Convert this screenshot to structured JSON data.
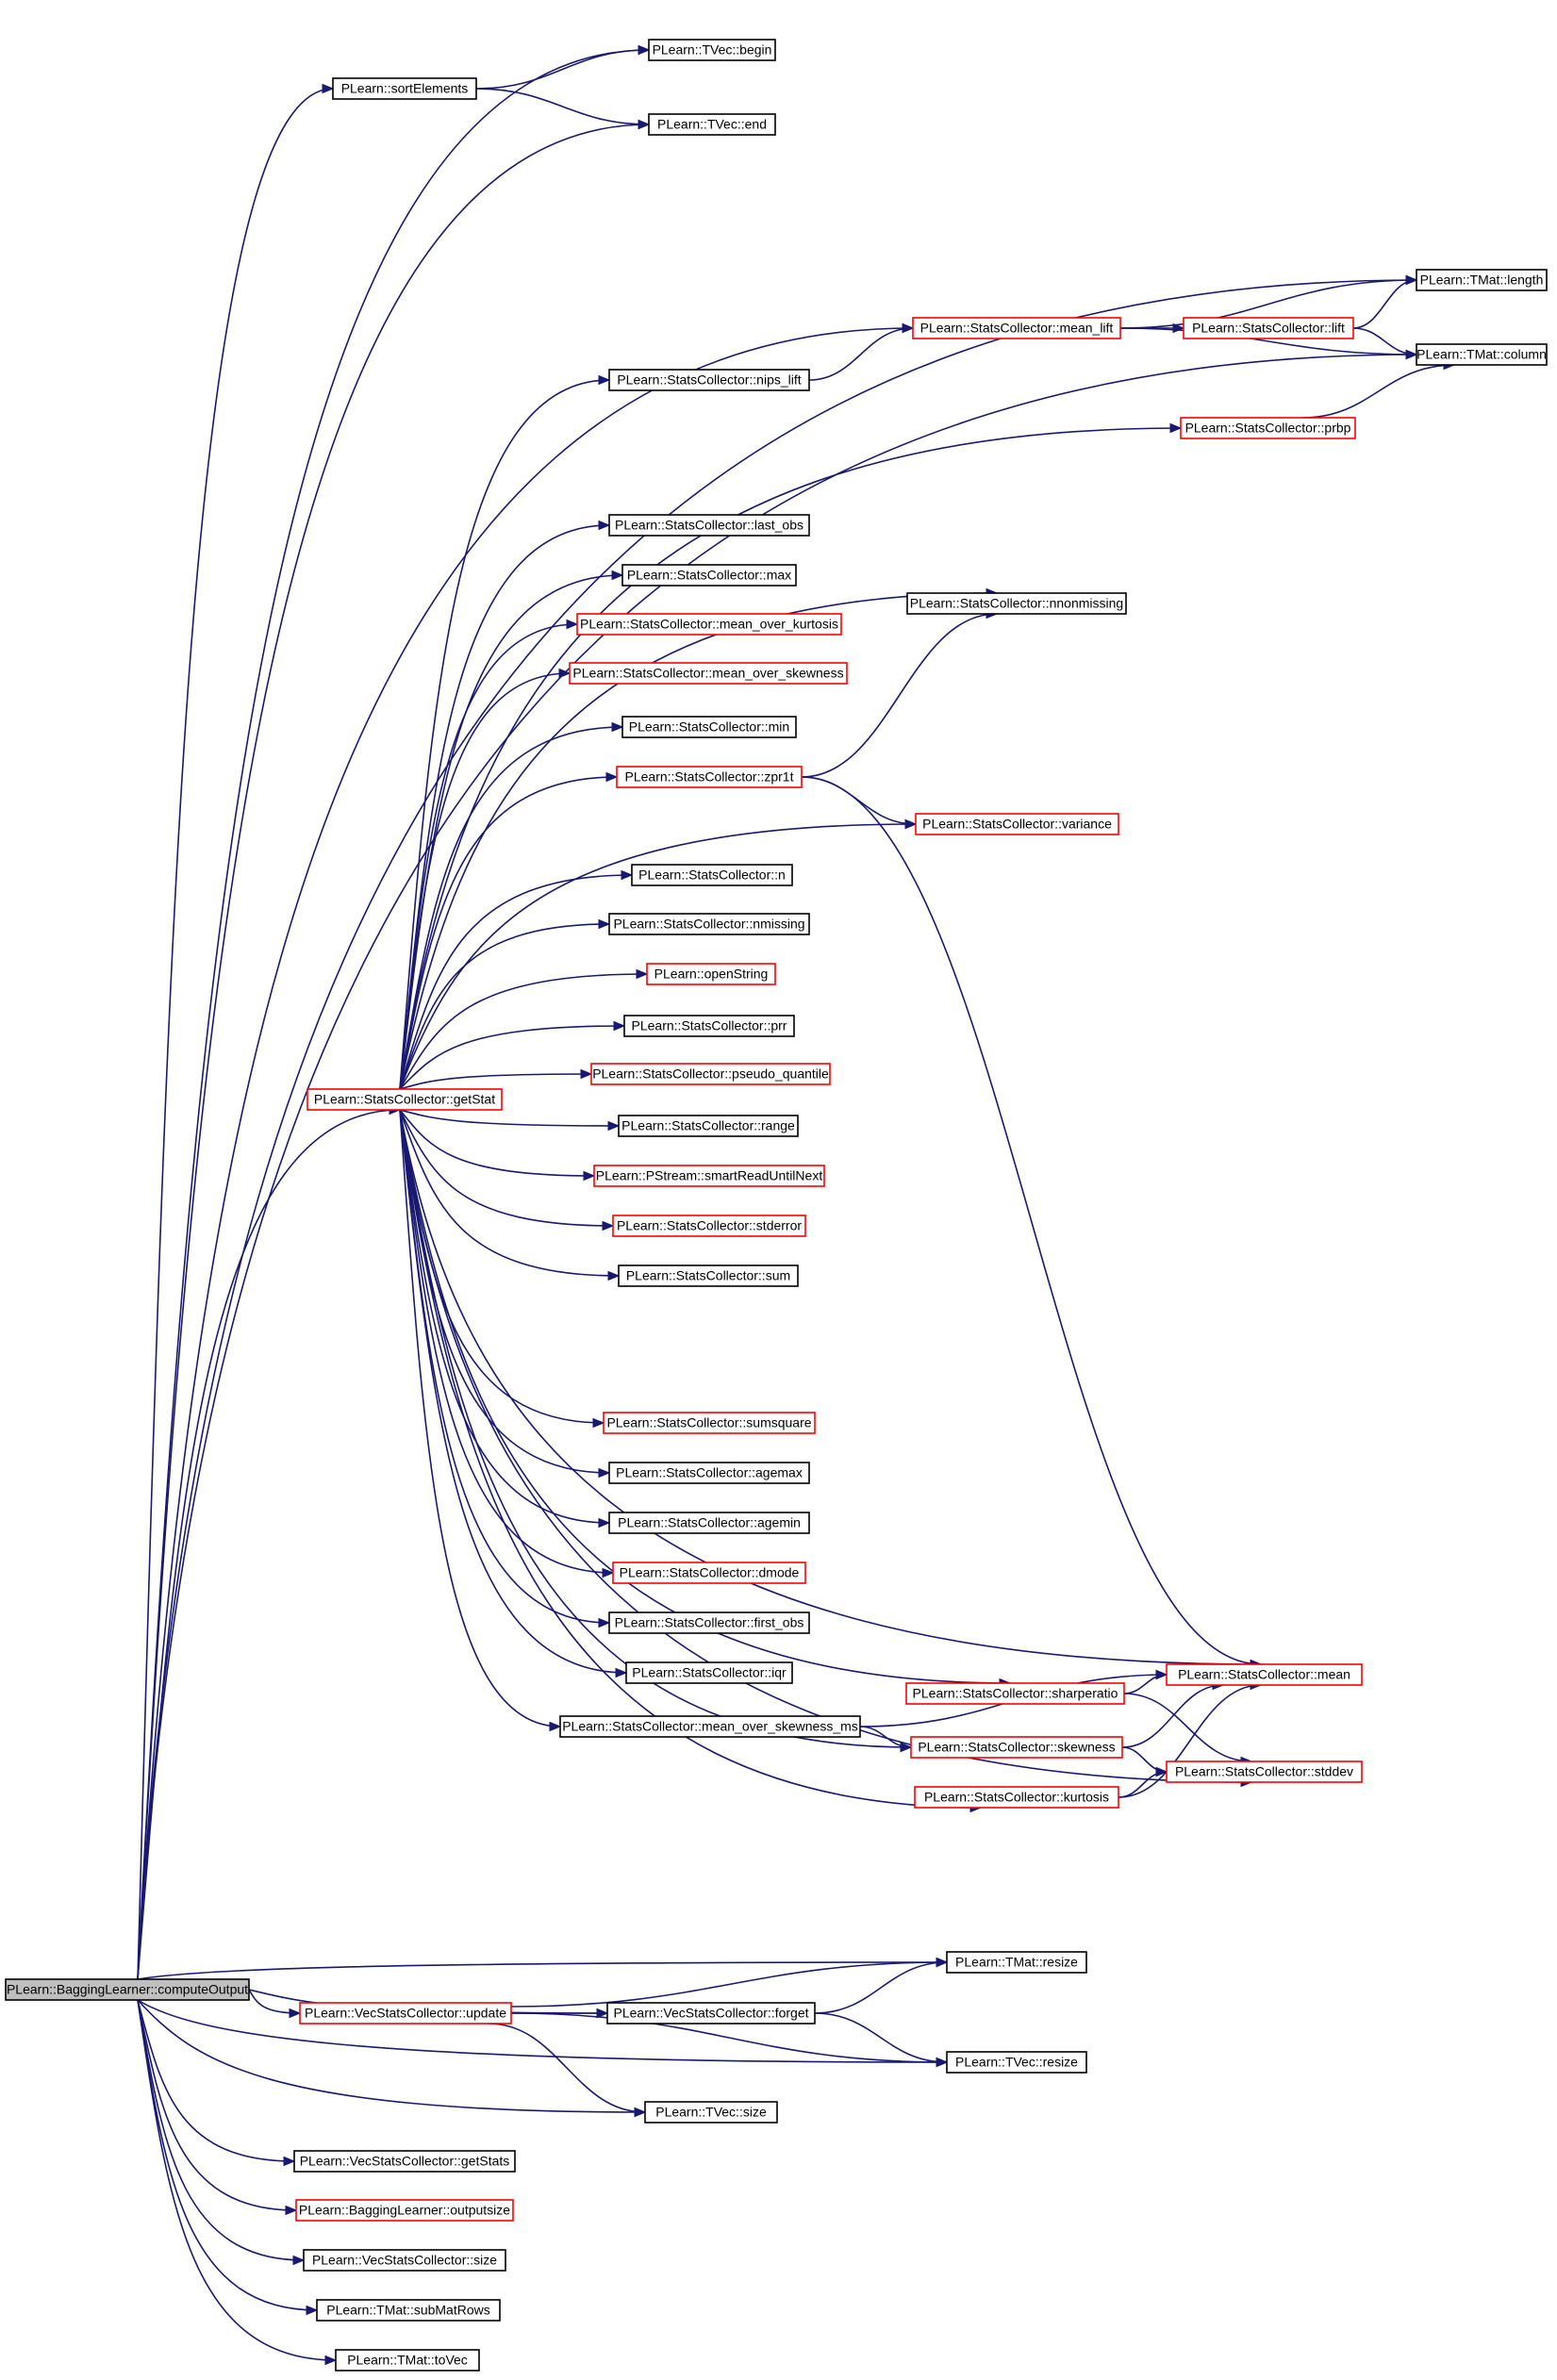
{
  "nodes": [
    {
      "id": "root",
      "label": "PLearn::BaggingLearner::computeOutput",
      "style": "root"
    },
    {
      "id": "tvec_begin",
      "label": "PLearn::TVec::begin",
      "style": "black"
    },
    {
      "id": "sortElements",
      "label": "PLearn::sortElements",
      "style": "black"
    },
    {
      "id": "tvec_end",
      "label": "PLearn::TVec::end",
      "style": "black"
    },
    {
      "id": "tmat_length",
      "label": "PLearn::TMat::length",
      "style": "black"
    },
    {
      "id": "mean_lift",
      "label": "PLearn::StatsCollector::mean_lift",
      "style": "red"
    },
    {
      "id": "lift",
      "label": "PLearn::StatsCollector::lift",
      "style": "red"
    },
    {
      "id": "tmat_column",
      "label": "PLearn::TMat::column",
      "style": "black"
    },
    {
      "id": "nips_lift",
      "label": "PLearn::StatsCollector::nips_lift",
      "style": "black"
    },
    {
      "id": "prbp",
      "label": "PLearn::StatsCollector::prbp",
      "style": "red"
    },
    {
      "id": "last_obs",
      "label": "PLearn::StatsCollector::last_obs",
      "style": "black"
    },
    {
      "id": "max",
      "label": "PLearn::StatsCollector::max",
      "style": "black"
    },
    {
      "id": "nnonmissing",
      "label": "PLearn::StatsCollector::nnonmissing",
      "style": "black"
    },
    {
      "id": "mean_over_kurtosis",
      "label": "PLearn::StatsCollector::mean_over_kurtosis",
      "style": "red"
    },
    {
      "id": "mean_over_skewness",
      "label": "PLearn::StatsCollector::mean_over_skewness",
      "style": "red"
    },
    {
      "id": "min",
      "label": "PLearn::StatsCollector::min",
      "style": "black"
    },
    {
      "id": "zpr1t",
      "label": "PLearn::StatsCollector::zpr1t",
      "style": "red"
    },
    {
      "id": "variance",
      "label": "PLearn::StatsCollector::variance",
      "style": "red"
    },
    {
      "id": "n",
      "label": "PLearn::StatsCollector::n",
      "style": "black"
    },
    {
      "id": "nmissing",
      "label": "PLearn::StatsCollector::nmissing",
      "style": "black"
    },
    {
      "id": "openString",
      "label": "PLearn::openString",
      "style": "red"
    },
    {
      "id": "prr",
      "label": "PLearn::StatsCollector::prr",
      "style": "black"
    },
    {
      "id": "getStat",
      "label": "PLearn::StatsCollector::getStat",
      "style": "red"
    },
    {
      "id": "pseudo_quantile",
      "label": "PLearn::StatsCollector::pseudo_quantile",
      "style": "red"
    },
    {
      "id": "range",
      "label": "PLearn::StatsCollector::range",
      "style": "black"
    },
    {
      "id": "smartReadUntilNext",
      "label": "PLearn::PStream::smartReadUntilNext",
      "style": "red"
    },
    {
      "id": "stderror",
      "label": "PLearn::StatsCollector::stderror",
      "style": "red"
    },
    {
      "id": "sum",
      "label": "PLearn::StatsCollector::sum",
      "style": "black"
    },
    {
      "id": "sumsquare",
      "label": "PLearn::StatsCollector::sumsquare",
      "style": "red"
    },
    {
      "id": "agemax",
      "label": "PLearn::StatsCollector::agemax",
      "style": "black"
    },
    {
      "id": "agemin",
      "label": "PLearn::StatsCollector::agemin",
      "style": "black"
    },
    {
      "id": "dmode",
      "label": "PLearn::StatsCollector::dmode",
      "style": "red"
    },
    {
      "id": "first_obs",
      "label": "PLearn::StatsCollector::first_obs",
      "style": "black"
    },
    {
      "id": "iqr",
      "label": "PLearn::StatsCollector::iqr",
      "style": "black"
    },
    {
      "id": "mean",
      "label": "PLearn::StatsCollector::mean",
      "style": "red"
    },
    {
      "id": "sharperatio",
      "label": "PLearn::StatsCollector::sharperatio",
      "style": "red"
    },
    {
      "id": "mean_over_skewness_ms",
      "label": "PLearn::StatsCollector::mean_over_skewness_ms",
      "style": "black"
    },
    {
      "id": "skewness",
      "label": "PLearn::StatsCollector::skewness",
      "style": "red"
    },
    {
      "id": "stddev",
      "label": "PLearn::StatsCollector::stddev",
      "style": "red"
    },
    {
      "id": "kurtosis",
      "label": "PLearn::StatsCollector::kurtosis",
      "style": "red"
    },
    {
      "id": "tmat_resize",
      "label": "PLearn::TMat::resize",
      "style": "black"
    },
    {
      "id": "vsc_update",
      "label": "PLearn::VecStatsCollector::update",
      "style": "red"
    },
    {
      "id": "vsc_forget",
      "label": "PLearn::VecStatsCollector::forget",
      "style": "black"
    },
    {
      "id": "tvec_resize",
      "label": "PLearn::TVec::resize",
      "style": "black"
    },
    {
      "id": "tvec_size",
      "label": "PLearn::TVec::size",
      "style": "black"
    },
    {
      "id": "vsc_getStats",
      "label": "PLearn::VecStatsCollector::getStats",
      "style": "black"
    },
    {
      "id": "outputsize",
      "label": "PLearn::BaggingLearner::outputsize",
      "style": "red"
    },
    {
      "id": "vsc_size",
      "label": "PLearn::VecStatsCollector::size",
      "style": "black"
    },
    {
      "id": "subMatRows",
      "label": "PLearn::TMat::subMatRows",
      "style": "black"
    },
    {
      "id": "toVec",
      "label": "PLearn::TMat::toVec",
      "style": "black"
    }
  ],
  "edges": [
    [
      "root",
      "tvec_begin"
    ],
    [
      "root",
      "sortElements"
    ],
    [
      "root",
      "tvec_end"
    ],
    [
      "sortElements",
      "tvec_begin"
    ],
    [
      "sortElements",
      "tvec_end"
    ],
    [
      "root",
      "tmat_length"
    ],
    [
      "root",
      "tmat_column"
    ],
    [
      "root",
      "mean_lift"
    ],
    [
      "root",
      "getStat"
    ],
    [
      "root",
      "tmat_resize"
    ],
    [
      "root",
      "vsc_forget"
    ],
    [
      "root",
      "vsc_update"
    ],
    [
      "root",
      "tvec_resize"
    ],
    [
      "root",
      "tvec_size"
    ],
    [
      "root",
      "vsc_getStats"
    ],
    [
      "root",
      "outputsize"
    ],
    [
      "root",
      "vsc_size"
    ],
    [
      "root",
      "subMatRows"
    ],
    [
      "root",
      "toVec"
    ],
    [
      "mean_lift",
      "lift"
    ],
    [
      "mean_lift",
      "tmat_length"
    ],
    [
      "mean_lift",
      "tmat_column"
    ],
    [
      "lift",
      "tmat_length"
    ],
    [
      "lift",
      "tmat_column"
    ],
    [
      "prbp",
      "tmat_column"
    ],
    [
      "nips_lift",
      "mean_lift"
    ],
    [
      "zpr1t",
      "nnonmissing"
    ],
    [
      "zpr1t",
      "variance"
    ],
    [
      "zpr1t",
      "mean"
    ],
    [
      "getStat",
      "nips_lift"
    ],
    [
      "getStat",
      "prbp"
    ],
    [
      "getStat",
      "last_obs"
    ],
    [
      "getStat",
      "max"
    ],
    [
      "getStat",
      "nnonmissing"
    ],
    [
      "getStat",
      "mean_over_kurtosis"
    ],
    [
      "getStat",
      "mean_over_skewness"
    ],
    [
      "getStat",
      "min"
    ],
    [
      "getStat",
      "zpr1t"
    ],
    [
      "getStat",
      "variance"
    ],
    [
      "getStat",
      "n"
    ],
    [
      "getStat",
      "nmissing"
    ],
    [
      "getStat",
      "openString"
    ],
    [
      "getStat",
      "prr"
    ],
    [
      "getStat",
      "pseudo_quantile"
    ],
    [
      "getStat",
      "range"
    ],
    [
      "getStat",
      "smartReadUntilNext"
    ],
    [
      "getStat",
      "stderror"
    ],
    [
      "getStat",
      "sum"
    ],
    [
      "getStat",
      "mean"
    ],
    [
      "getStat",
      "sumsquare"
    ],
    [
      "getStat",
      "agemax"
    ],
    [
      "getStat",
      "agemin"
    ],
    [
      "getStat",
      "dmode"
    ],
    [
      "getStat",
      "first_obs"
    ],
    [
      "getStat",
      "iqr"
    ],
    [
      "getStat",
      "sharperatio"
    ],
    [
      "getStat",
      "mean_over_skewness_ms"
    ],
    [
      "getStat",
      "skewness"
    ],
    [
      "getStat",
      "kurtosis"
    ],
    [
      "getStat",
      "stddev"
    ],
    [
      "sharperatio",
      "mean"
    ],
    [
      "sharperatio",
      "stddev"
    ],
    [
      "mean_over_skewness_ms",
      "mean"
    ],
    [
      "mean_over_skewness_ms",
      "skewness"
    ],
    [
      "skewness",
      "mean"
    ],
    [
      "skewness",
      "stddev"
    ],
    [
      "kurtosis",
      "mean"
    ],
    [
      "kurtosis",
      "stddev"
    ],
    [
      "vsc_update",
      "tmat_resize"
    ],
    [
      "vsc_update",
      "vsc_forget"
    ],
    [
      "vsc_update",
      "tvec_resize"
    ],
    [
      "vsc_update",
      "tvec_size"
    ],
    [
      "vsc_forget",
      "tmat_resize"
    ],
    [
      "vsc_forget",
      "tvec_resize"
    ]
  ]
}
